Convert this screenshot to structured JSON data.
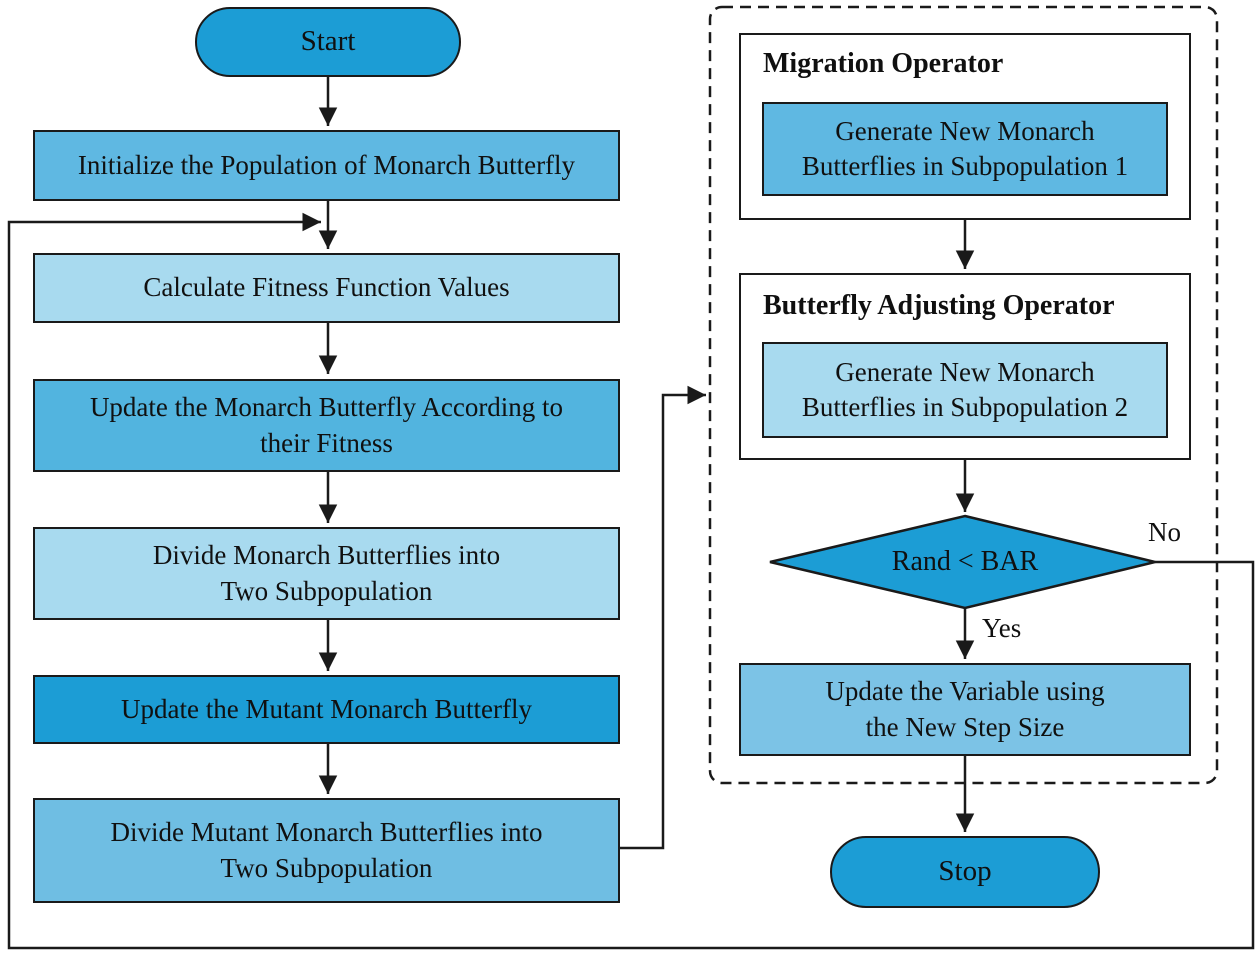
{
  "colors": {
    "dark_cyan": "#1C9DD5",
    "medium_blue": "#5FB8E2",
    "sky_blue": "#52B4DF",
    "steel_blue": "#6FBEE3",
    "light_blue": "#A8DAEF",
    "pale_blue": "#7CC3E6",
    "outline": "#1A1A1A",
    "background": "#FFFFFF"
  },
  "nodes": {
    "start": "Start",
    "initialize": "Initialize the Population of Monarch Butterfly",
    "calculate": "Calculate Fitness Function Values",
    "update_monarch": "Update the Monarch Butterfly According to\ntheir Fitness",
    "divide_monarch": "Divide Monarch Butterflies into\nTwo Subpopulation",
    "update_mutant": "Update the Mutant Monarch Butterfly",
    "divide_mutant": "Divide Mutant Monarch Butterflies into\nTwo Subpopulation",
    "migration_title": "Migration Operator",
    "generate_sub1": "Generate New Monarch\nButterflies in Subpopulation 1",
    "adjusting_title": "Butterfly Adjusting Operator",
    "generate_sub2": "Generate New Monarch\nButterflies in Subpopulation 2",
    "decision": "Rand < BAR",
    "update_variable": "Update the Variable using\nthe New Step Size",
    "stop": "Stop"
  },
  "edge_labels": {
    "no": "No",
    "yes": "Yes"
  }
}
